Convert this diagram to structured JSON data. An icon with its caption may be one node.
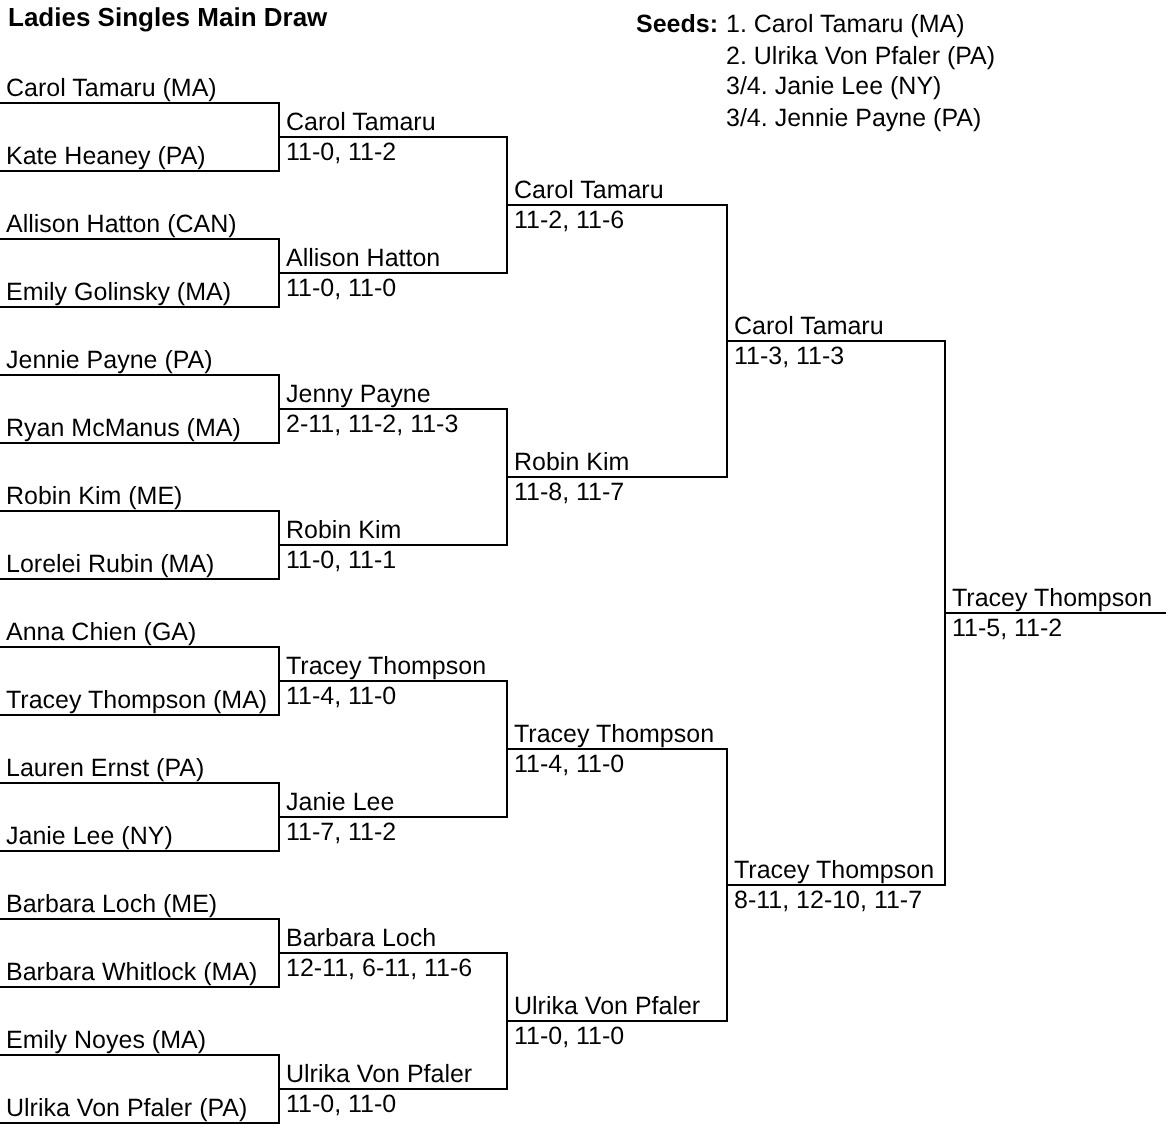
{
  "diagram": {
    "title": "Ladies Singles Main Draw",
    "nodes": [
      {
        "text": [
          "Carol Tamaru (MA)"
        ]
      },
      {
        "text": [
          "Kate Heaney (PA)"
        ]
      },
      {
        "text": [
          "Allison Hatton (CAN)"
        ]
      },
      {
        "text": [
          "Emily Golinsky (MA)"
        ]
      },
      {
        "text": [
          "Jennie Payne (PA)"
        ]
      },
      {
        "text": [
          "Ryan McManus (MA)"
        ]
      },
      {
        "text": [
          "Robin Kim (ME)"
        ]
      },
      {
        "text": [
          "Lorelei Rubin (MA)"
        ]
      },
      {
        "text": [
          "Anna Chien (GA)"
        ]
      },
      {
        "text": [
          "Tracey Thompson (MA)"
        ]
      },
      {
        "text": [
          "Lauren Ernst (PA)"
        ]
      },
      {
        "text": [
          "Janie Lee (NY)"
        ]
      },
      {
        "text": [
          "Barbara Loch (ME)"
        ]
      },
      {
        "text": [
          "Barbara Whitlock (MA)"
        ]
      },
      {
        "text": [
          "Emily Noyes (MA)"
        ]
      },
      {
        "text": [
          "Ulrika Von Pfaler (PA)"
        ]
      },
      {
        "text": [
          "Carol Tamaru",
          "11-0, 11-2"
        ]
      },
      {
        "text": [
          "Allison Hatton",
          "11-0, 11-0"
        ]
      },
      {
        "text": [
          "Jenny Payne",
          "2-11, 11-2, 11-3"
        ]
      },
      {
        "text": [
          "Robin Kim",
          "11-0, 11-1"
        ]
      },
      {
        "text": [
          "Tracey Thompson",
          "11-4, 11-0"
        ]
      },
      {
        "text": [
          "Janie Lee",
          "11-7, 11-2"
        ]
      },
      {
        "text": [
          "Barbara Loch",
          "12-11, 6-11, 11-6"
        ]
      },
      {
        "text": [
          "Ulrika Von Pfaler",
          "11-0, 11-0"
        ]
      },
      {
        "text": [
          "Carol Tamaru",
          "11-2, 11-6"
        ]
      },
      {
        "text": [
          "Robin Kim",
          "11-8, 11-7"
        ]
      },
      {
        "text": [
          "Tracey Thompson",
          "11-4, 11-0"
        ]
      },
      {
        "text": [
          "Ulrika Von Pfaler",
          "11-0, 11-0"
        ]
      },
      {
        "text": [
          "Carol Tamaru",
          "11-3, 11-3"
        ]
      },
      {
        "text": [
          "Tracey Thompson",
          "8-11, 12-10, 11-7"
        ]
      },
      {
        "text": [
          "Tracey Thompson",
          "11-5, 11-2"
        ]
      }
    ],
    "edges": [
      {
        "from": 0,
        "to": 16,
        "arrow": "none"
      },
      {
        "from": 1,
        "to": 16,
        "arrow": "none"
      },
      {
        "from": 2,
        "to": 17,
        "arrow": "none"
      },
      {
        "from": 3,
        "to": 17,
        "arrow": "none"
      },
      {
        "from": 4,
        "to": 18,
        "arrow": "none"
      },
      {
        "from": 5,
        "to": 18,
        "arrow": "none"
      },
      {
        "from": 6,
        "to": 19,
        "arrow": "none"
      },
      {
        "from": 7,
        "to": 19,
        "arrow": "none"
      },
      {
        "from": 8,
        "to": 20,
        "arrow": "none"
      },
      {
        "from": 9,
        "to": 20,
        "arrow": "none"
      },
      {
        "from": 10,
        "to": 21,
        "arrow": "none"
      },
      {
        "from": 11,
        "to": 21,
        "arrow": "none"
      },
      {
        "from": 12,
        "to": 22,
        "arrow": "none"
      },
      {
        "from": 13,
        "to": 22,
        "arrow": "none"
      },
      {
        "from": 14,
        "to": 23,
        "arrow": "none"
      },
      {
        "from": 15,
        "to": 23,
        "arrow": "none"
      },
      {
        "from": 16,
        "to": 24,
        "arrow": "none"
      },
      {
        "from": 17,
        "to": 24,
        "arrow": "none"
      },
      {
        "from": 18,
        "to": 25,
        "arrow": "none"
      },
      {
        "from": 19,
        "to": 25,
        "arrow": "none"
      },
      {
        "from": 20,
        "to": 26,
        "arrow": "none"
      },
      {
        "from": 21,
        "to": 26,
        "arrow": "none"
      },
      {
        "from": 22,
        "to": 27,
        "arrow": "none"
      },
      {
        "from": 23,
        "to": 27,
        "arrow": "none"
      },
      {
        "from": 24,
        "to": 28,
        "arrow": "none"
      },
      {
        "from": 25,
        "to": 28,
        "arrow": "none"
      },
      {
        "from": 26,
        "to": 29,
        "arrow": "none"
      },
      {
        "from": 27,
        "to": 29,
        "arrow": "none"
      },
      {
        "from": 28,
        "to": 30,
        "arrow": "none"
      },
      {
        "from": 29,
        "to": 30,
        "arrow": "none"
      }
    ],
    "labels": [
      "Seeds:",
      "1. Carol Tamaru (MA)",
      "2. Ulrika Von Pfaler (PA)",
      "3/4. Janie Lee (NY)",
      "3/4. Jennie Payne (PA)"
    ]
  }
}
